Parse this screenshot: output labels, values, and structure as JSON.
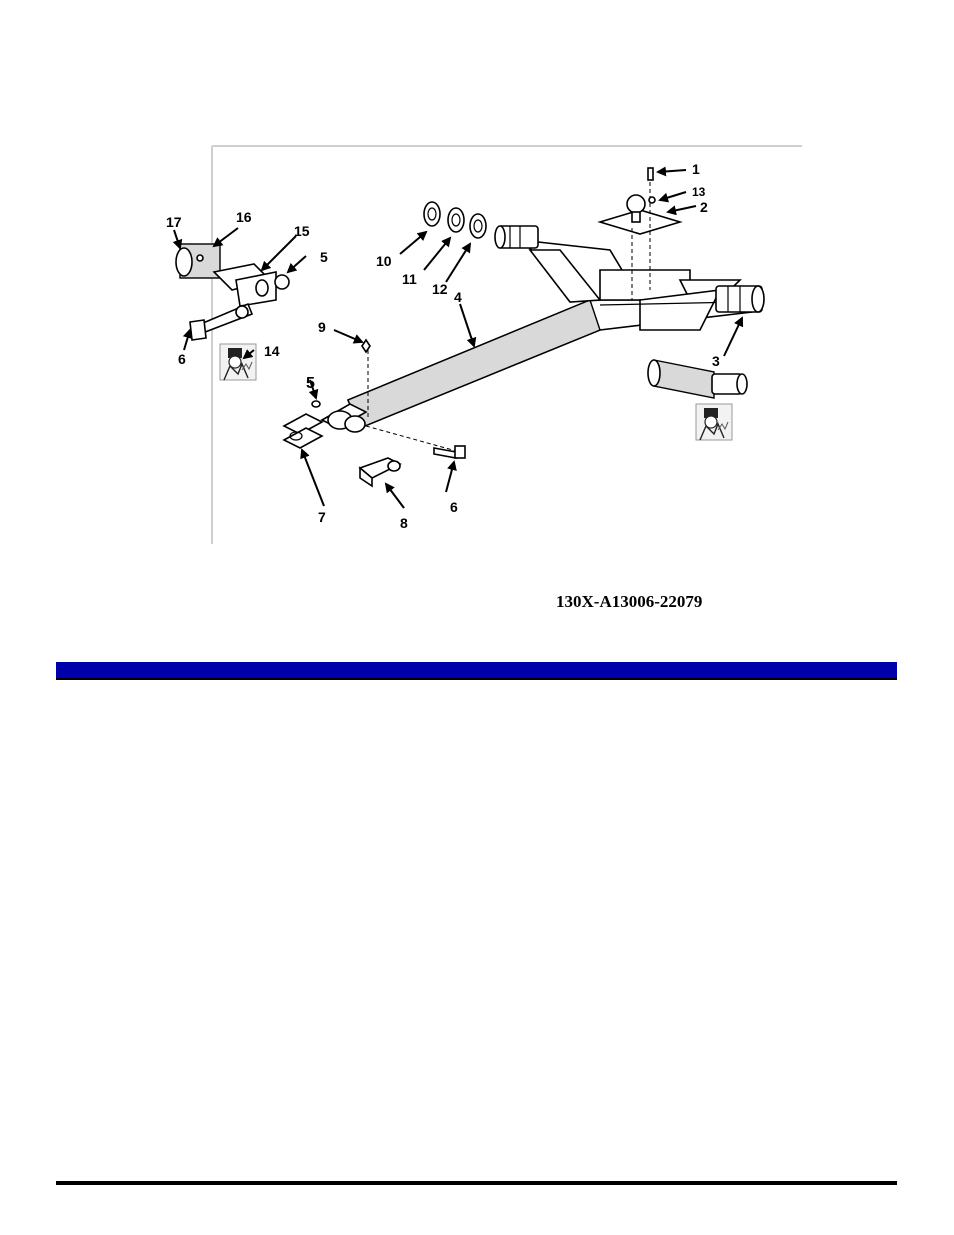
{
  "figure": {
    "code": "130X-A13006-22079",
    "callouts": {
      "c1": "1",
      "c2": "2",
      "c3": "3",
      "c4": "4",
      "c5a": "5",
      "c5b": "5",
      "c6a": "6",
      "c6b": "6",
      "c7": "7",
      "c8": "8",
      "c9": "9",
      "c10": "10",
      "c11": "11",
      "c12": "12",
      "c13": "13",
      "c14": "14",
      "c15": "15",
      "c16": "16",
      "c17": "17"
    }
  },
  "colors": {
    "section_bar": "#0000aa",
    "rule": "#000000"
  },
  "icons": [
    "welding-required-icon",
    "welding-required-icon"
  ]
}
